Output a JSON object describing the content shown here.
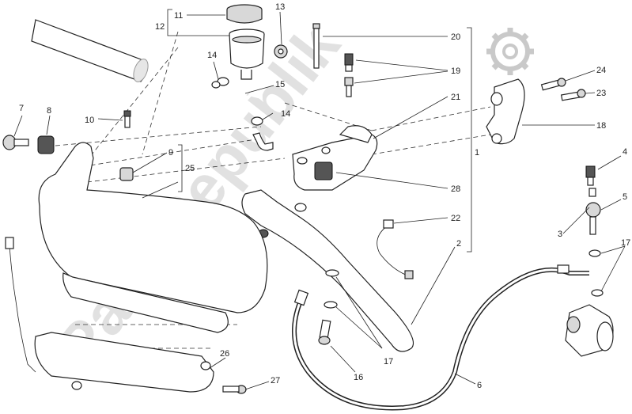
{
  "watermark": {
    "text": "PartsRepublik",
    "icon": "gear-icon"
  },
  "callouts": [
    {
      "id": "c1",
      "text": "1"
    },
    {
      "id": "c2",
      "text": "2"
    },
    {
      "id": "c3",
      "text": "3"
    },
    {
      "id": "c4",
      "text": "4"
    },
    {
      "id": "c5",
      "text": "5"
    },
    {
      "id": "c6",
      "text": "6"
    },
    {
      "id": "c7",
      "text": "7"
    },
    {
      "id": "c8",
      "text": "8"
    },
    {
      "id": "c9",
      "text": "9"
    },
    {
      "id": "c10",
      "text": "10"
    },
    {
      "id": "c11",
      "text": "11"
    },
    {
      "id": "c12",
      "text": "12"
    },
    {
      "id": "c13",
      "text": "13"
    },
    {
      "id": "c14a",
      "text": "14"
    },
    {
      "id": "c14b",
      "text": "14"
    },
    {
      "id": "c15",
      "text": "15"
    },
    {
      "id": "c16",
      "text": "16"
    },
    {
      "id": "c17a",
      "text": "17"
    },
    {
      "id": "c17b",
      "text": "17"
    },
    {
      "id": "c18",
      "text": "18"
    },
    {
      "id": "c19",
      "text": "19"
    },
    {
      "id": "c20",
      "text": "20"
    },
    {
      "id": "c21",
      "text": "21"
    },
    {
      "id": "c22",
      "text": "22"
    },
    {
      "id": "c23",
      "text": "23"
    },
    {
      "id": "c24",
      "text": "24"
    },
    {
      "id": "c25",
      "text": "25"
    },
    {
      "id": "c26",
      "text": "26"
    },
    {
      "id": "c27",
      "text": "27"
    },
    {
      "id": "c28",
      "text": "28"
    }
  ]
}
